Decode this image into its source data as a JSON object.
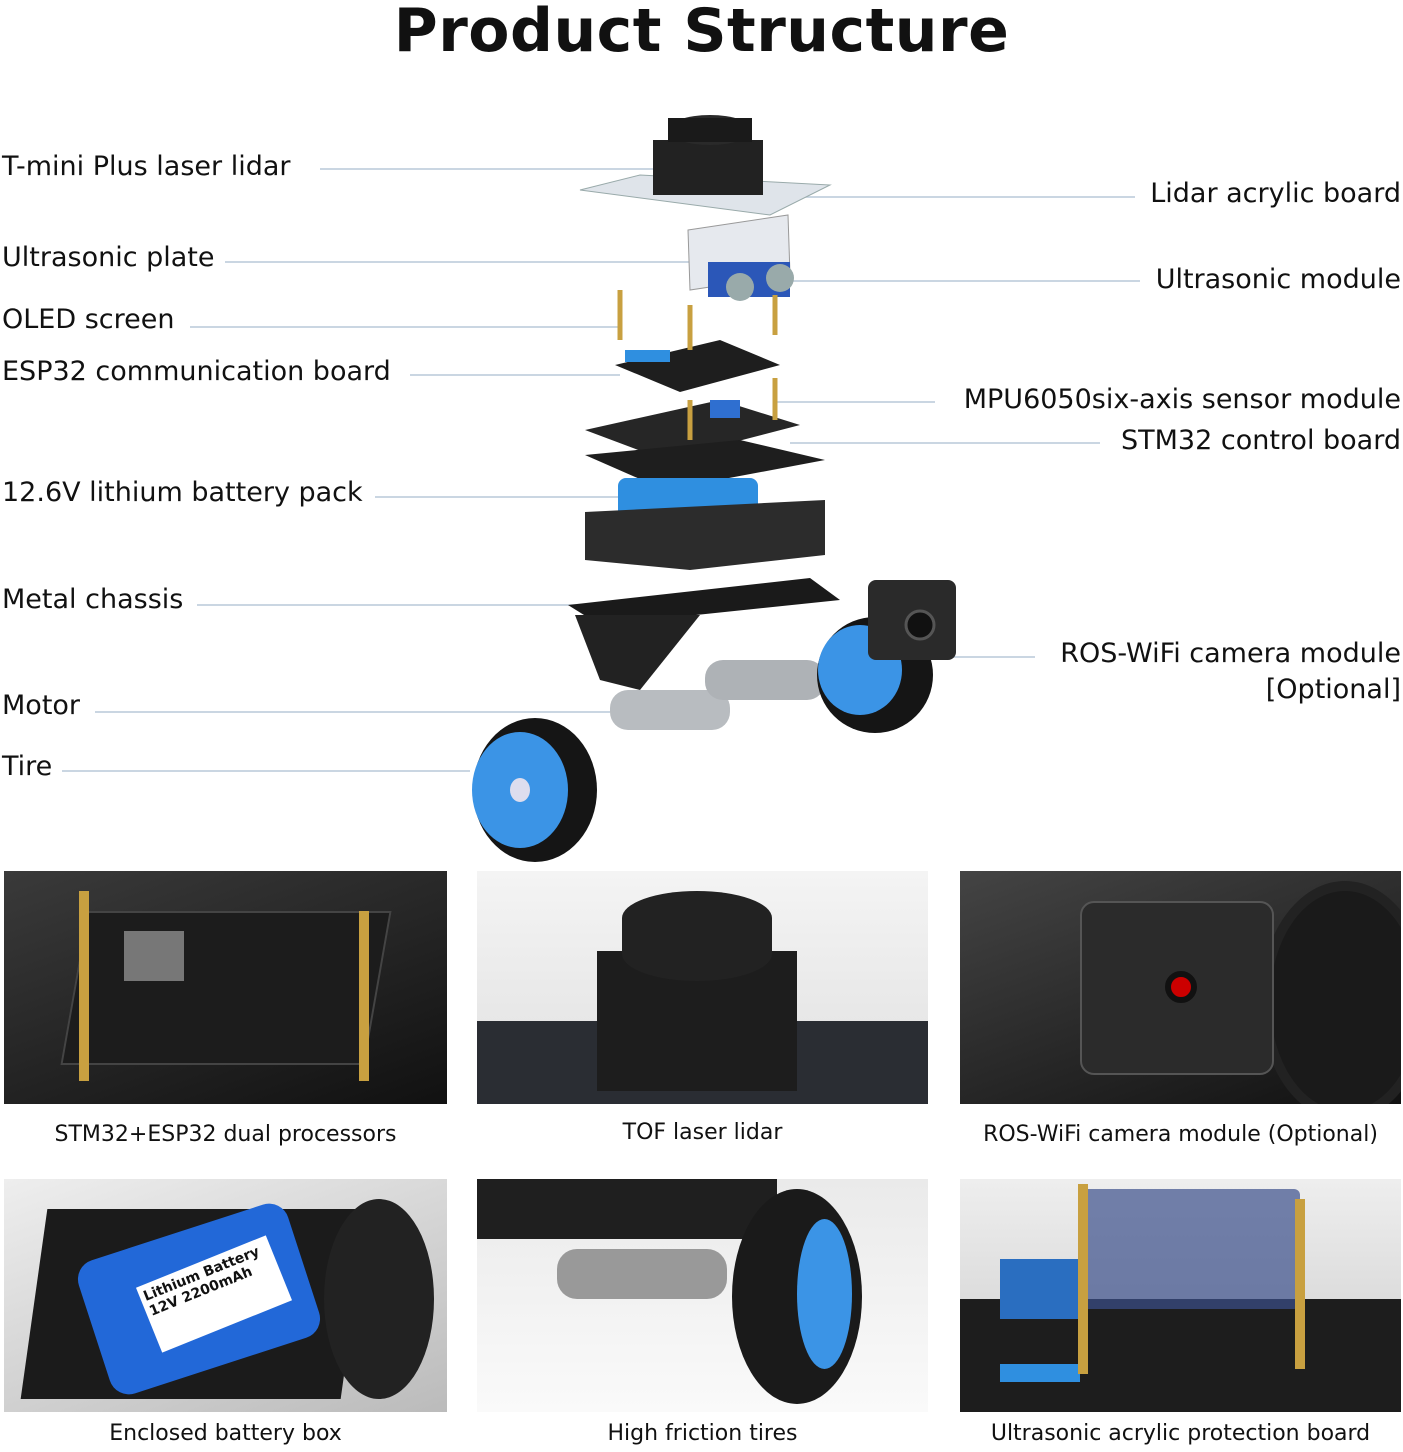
{
  "title": "Product Structure",
  "left_labels": [
    "T-mini Plus laser lidar",
    "Ultrasonic plate",
    "OLED screen",
    "ESP32 communication board",
    "12.6V lithium battery pack",
    "Metal chassis",
    "Motor",
    "Tire"
  ],
  "right_labels": [
    "Lidar acrylic board",
    "Ultrasonic module",
    "MPU6050six-axis sensor module",
    "STM32 control board",
    "ROS-WiFi camera module",
    "[Optional]"
  ],
  "photos": [
    {
      "caption": "STM32+ESP32 dual processors"
    },
    {
      "caption": "TOF laser lidar"
    },
    {
      "caption": "ROS-WiFi camera module (Optional)"
    },
    {
      "caption": "Enclosed battery box",
      "battery_text": "Lithium Battery 12V 2200mAh"
    },
    {
      "caption": "High friction tires"
    },
    {
      "caption": "Ultrasonic acrylic protection board"
    }
  ],
  "colors": {
    "leader": "#b9c9d8",
    "accent_blue": "#2f8fe0",
    "dark": "#1e1e1e"
  }
}
